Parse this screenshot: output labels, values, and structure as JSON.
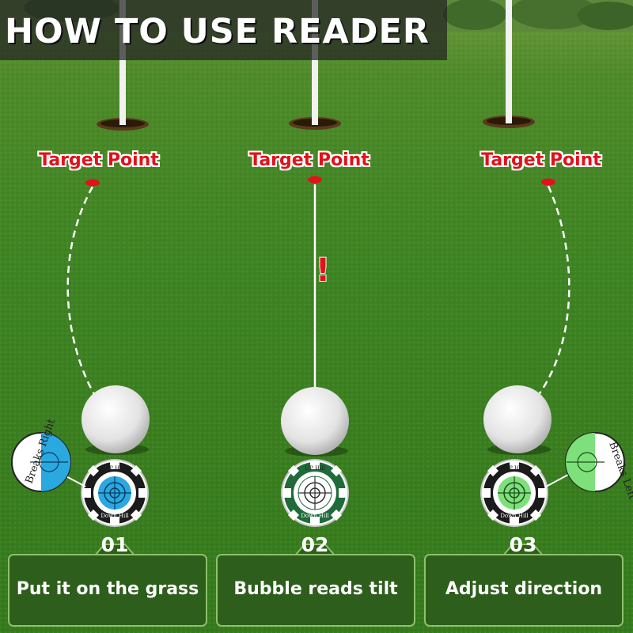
{
  "title": "HOW TO USE READER",
  "target_label": "Target Point",
  "marker": {
    "top_text": "UP Hill",
    "bottom_text": "Down Hill",
    "left_text": "Breaks Right",
    "right_text": "Breaks Left"
  },
  "zoom_left": {
    "text": "Breaks Right"
  },
  "zoom_right": {
    "text": "Breaks Left"
  },
  "alert_mark": "!",
  "steps": [
    {
      "number": "01",
      "label": "Put it on the grass"
    },
    {
      "number": "02",
      "label": "Bubble reads tilt"
    },
    {
      "number": "03",
      "label": "Adjust direction"
    }
  ],
  "colors": {
    "target_red": "#e3111b",
    "step_box": "#2d5e1c",
    "marker_blue": "#2aa8e0",
    "marker_green": "#7ee07a",
    "chip_green": "#1f6b3a"
  }
}
